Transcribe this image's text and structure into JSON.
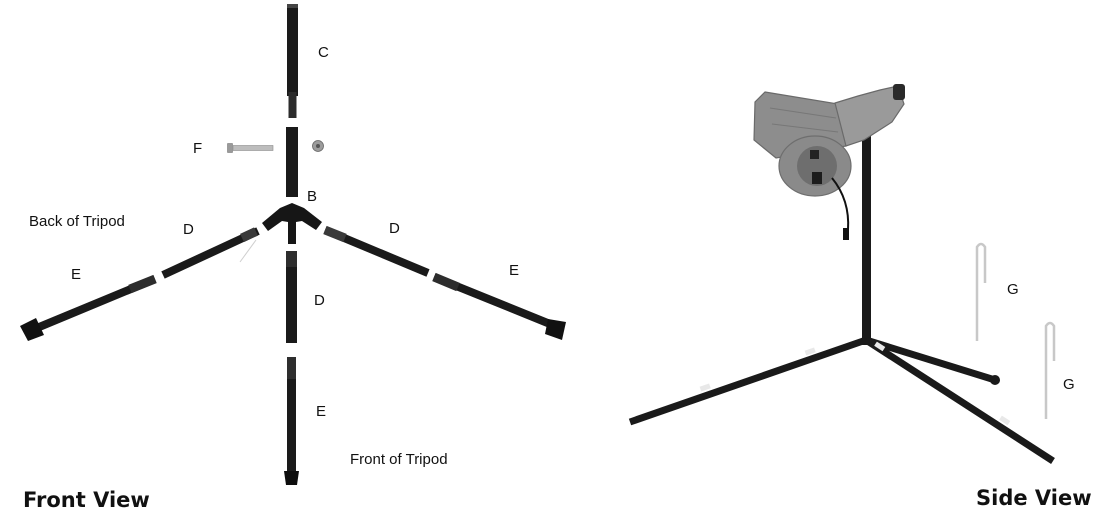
{
  "front_view": {
    "title": "Front View",
    "back_label": "Back of Tripod",
    "front_label": "Front of Tripod",
    "parts": {
      "C": "C",
      "F": "F",
      "B": "B",
      "D_left": "D",
      "D_right": "D",
      "D_center": "D",
      "E_left": "E",
      "E_right": "E",
      "E_center": "E"
    }
  },
  "side_view": {
    "title": "Side View",
    "stakes": {
      "G_top": "G",
      "G_bottom": "G"
    }
  },
  "colors": {
    "tube": "#1a1a1a",
    "machine_body": "#8d8d8d",
    "machine_dark": "#6e6e6e",
    "stake": "#c8c8c8",
    "background": "#ffffff"
  },
  "icons": [
    "bolt-icon",
    "nut-icon",
    "ground-stake-icon",
    "ball-machine-icon"
  ]
}
